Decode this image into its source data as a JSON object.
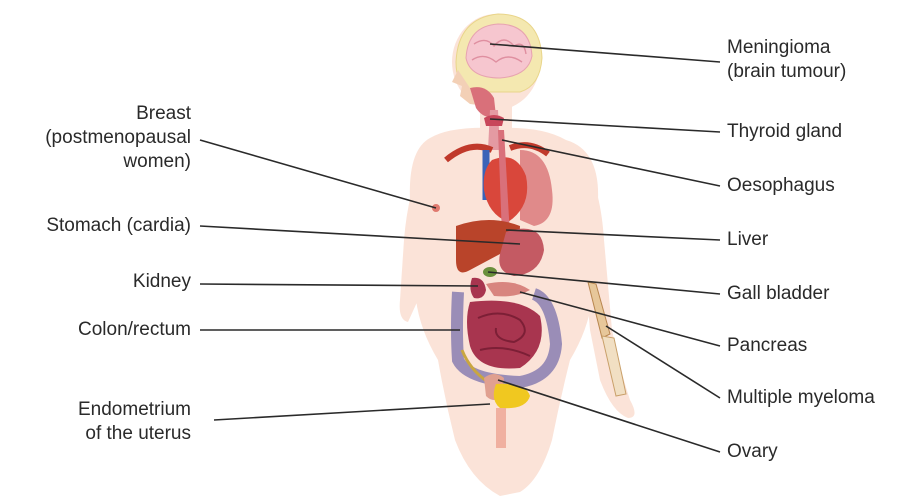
{
  "labels": {
    "meningioma": [
      "Meningioma",
      "(brain tumour)"
    ],
    "thyroid": [
      "Thyroid gland"
    ],
    "oesophagus": [
      "Oesophagus"
    ],
    "liver": [
      "Liver"
    ],
    "gall_bladder": [
      "Gall bladder"
    ],
    "pancreas": [
      "Pancreas"
    ],
    "multiple_myeloma": [
      "Multiple myeloma"
    ],
    "ovary": [
      "Ovary"
    ],
    "breast": [
      "Breast",
      "(postmenopausal",
      "women)"
    ],
    "stomach": [
      "Stomach (cardia)"
    ],
    "kidney": [
      "Kidney"
    ],
    "colon": [
      "Colon/rectum"
    ],
    "endometrium": [
      "Endometrium",
      "of the uterus"
    ]
  },
  "colors": {
    "skin": "#fbe3d8",
    "skin_edge": "#f3cbbb",
    "brain": "#f6c6cf",
    "skull": "#f4e8b0",
    "heart": "#d9473b",
    "vein": "#3a63b8",
    "liver": "#b9442a",
    "stomach": "#c45a63",
    "intestine": "#a8354f",
    "colon": "#9a8db7",
    "bladder": "#f0c820",
    "leader_line": "#2a2a2a",
    "text": "#2a2a2a"
  }
}
